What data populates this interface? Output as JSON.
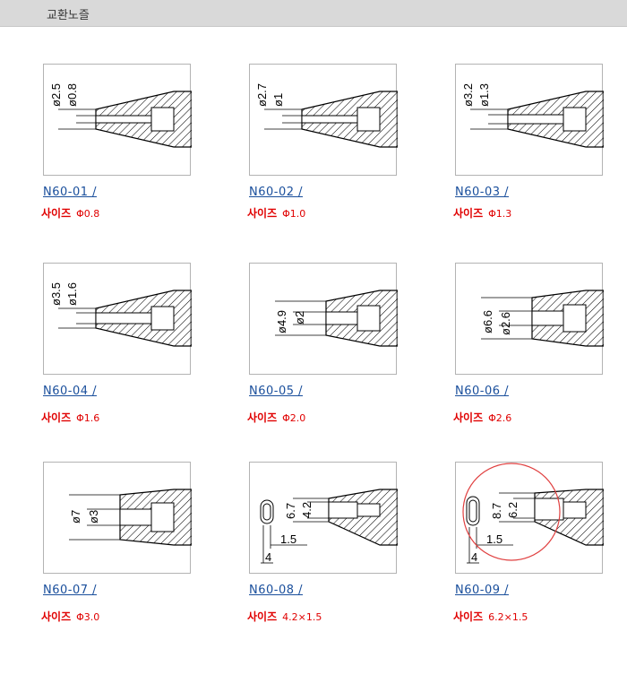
{
  "header": {
    "title": "교환노즐"
  },
  "products": [
    {
      "name": "N60-01 /",
      "size_label": "사이즈",
      "size_value": "Φ0.8",
      "dims": [
        "ø2.5",
        "ø0.8"
      ]
    },
    {
      "name": "N60-02 /",
      "size_label": "사이즈",
      "size_value": "Φ1.0",
      "dims": [
        "ø2.7",
        "ø1"
      ]
    },
    {
      "name": "N60-03 /",
      "size_label": "사이즈",
      "size_value": "Φ1.3",
      "dims": [
        "ø3.2",
        "ø1.3"
      ]
    },
    {
      "name": "N60-04 /",
      "size_label": "사이즈",
      "size_value": "Φ1.6",
      "dims": [
        "ø3.5",
        "ø1.6"
      ]
    },
    {
      "name": "N60-05 /",
      "size_label": "사이즈",
      "size_value": "Φ2.0",
      "dims": [
        "ø4.9",
        "ø2"
      ]
    },
    {
      "name": "N60-06 /",
      "size_label": "사이즈",
      "size_value": "Φ2.6",
      "dims": [
        "ø6.6",
        "ø2.6"
      ]
    },
    {
      "name": "N60-07 /",
      "size_label": "사이즈",
      "size_value": "Φ3.0",
      "dims": [
        "ø7",
        "ø3"
      ]
    },
    {
      "name": "N60-08 /",
      "size_label": "사이즈",
      "size_value": "4.2×1.5",
      "dims": [
        "6.7",
        "4.2",
        "1.5",
        "4"
      ]
    },
    {
      "name": "N60-09 /",
      "size_label": "사이즈",
      "size_value": "6.2×1.5",
      "dims": [
        "8.7",
        "6.2",
        "1.5",
        "4"
      ]
    }
  ]
}
